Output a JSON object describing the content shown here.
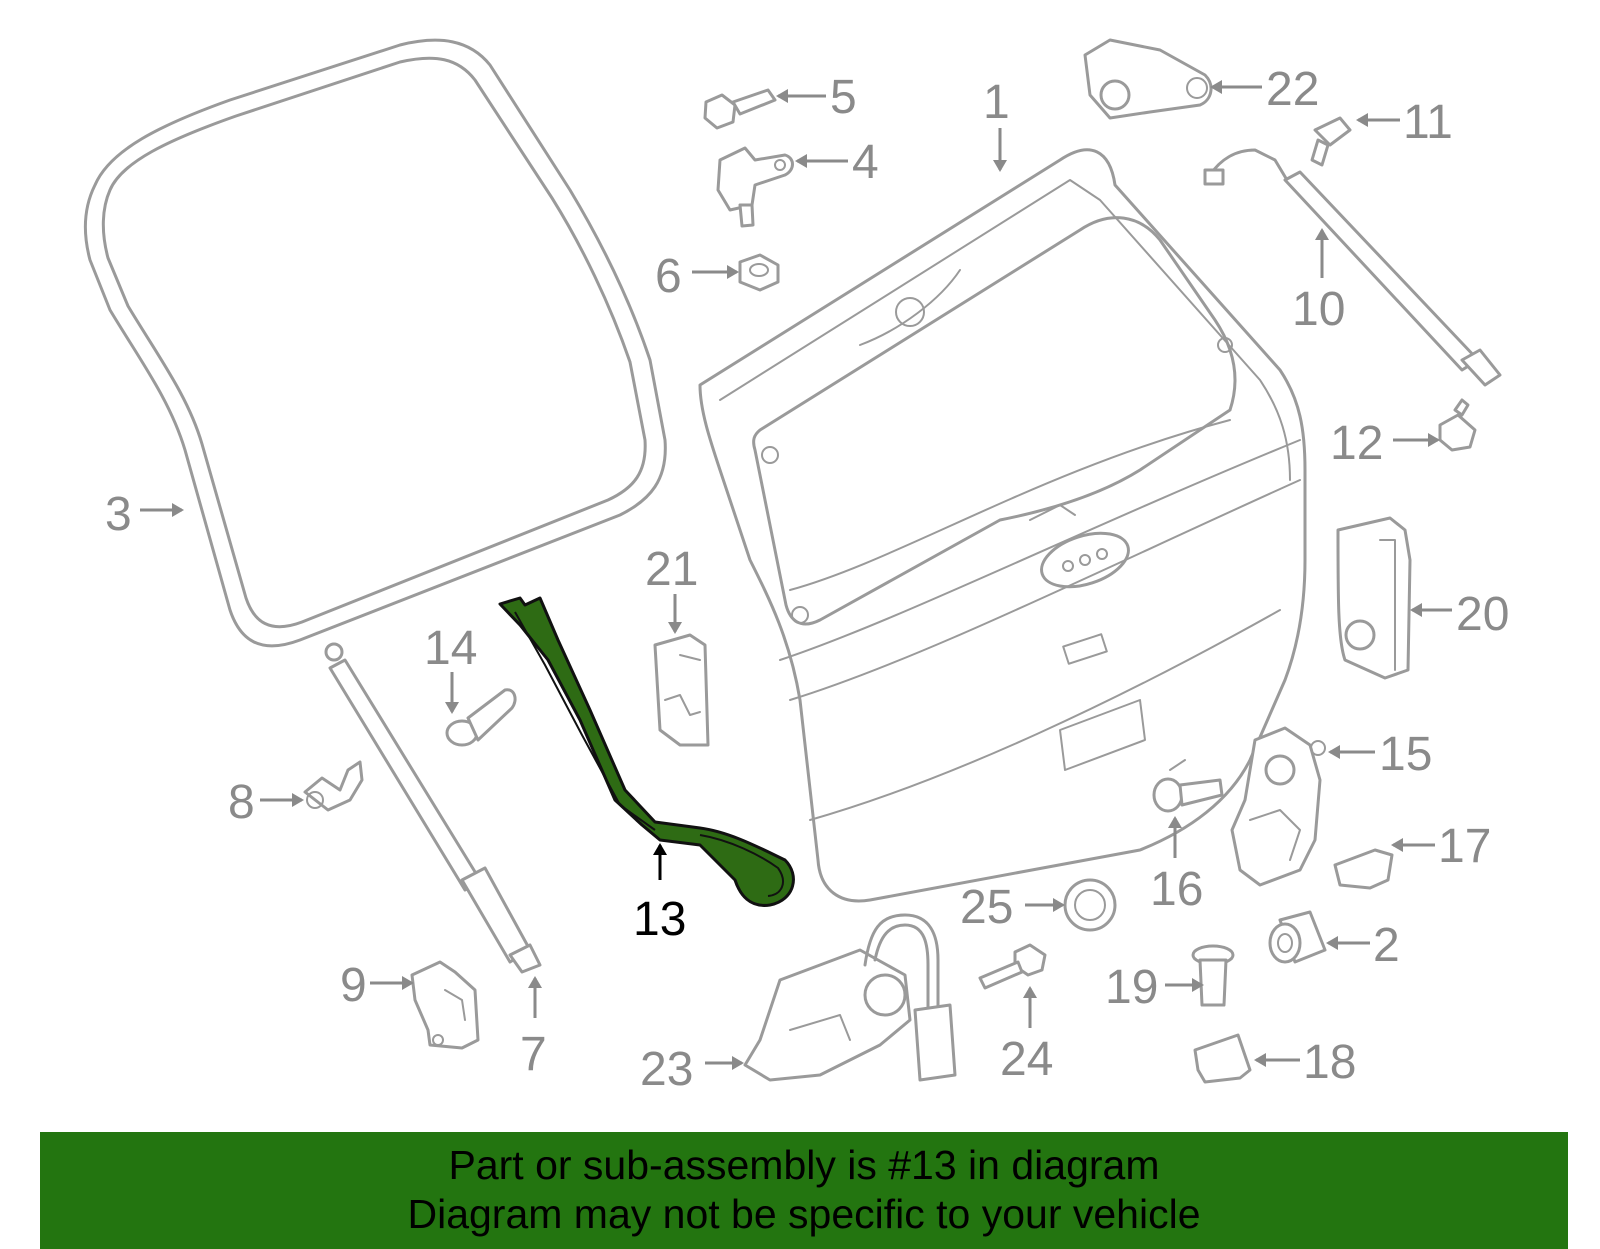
{
  "diagram": {
    "highlight_color": "#237510",
    "callouts": {
      "c1": "1",
      "c2": "2",
      "c3": "3",
      "c4": "4",
      "c5": "5",
      "c6": "6",
      "c7": "7",
      "c8": "8",
      "c9": "9",
      "c10": "10",
      "c11": "11",
      "c12": "12",
      "c13": "13",
      "c14": "14",
      "c15": "15",
      "c16": "16",
      "c17": "17",
      "c18": "18",
      "c19": "19",
      "c20": "20",
      "c21": "21",
      "c22": "22",
      "c23": "23",
      "c24": "24",
      "c25": "25"
    },
    "highlighted_part": "13"
  },
  "banner": {
    "line1": "Part or sub-assembly is #13 in diagram",
    "line2": "Diagram may not be specific to your vehicle"
  }
}
